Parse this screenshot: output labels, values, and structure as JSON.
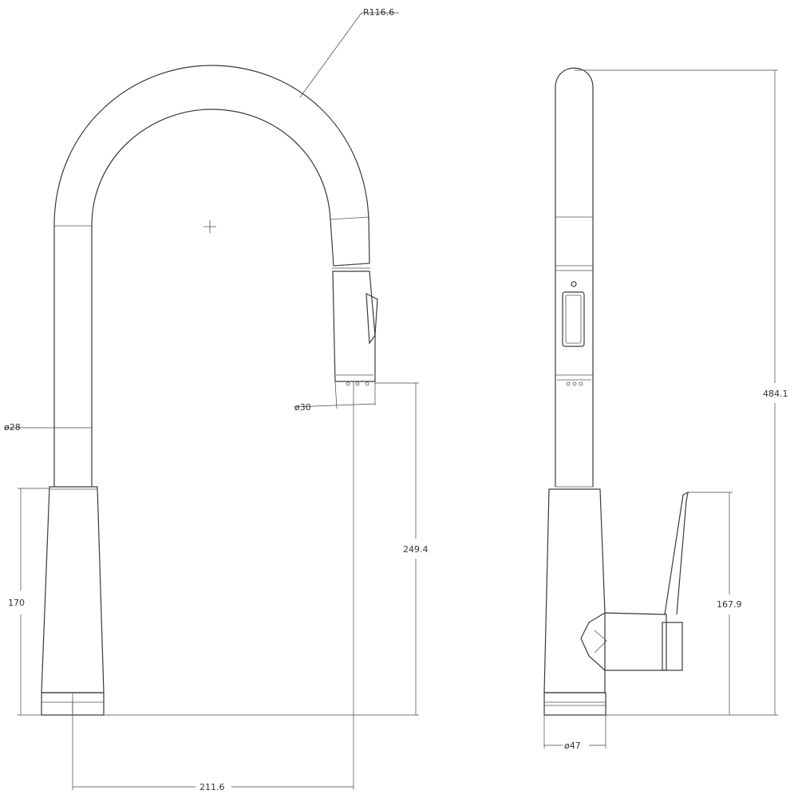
{
  "front_view": {
    "dimensions": {
      "radius": "R116.6",
      "outlet_diameter": "ø30",
      "tube_diameter": "ø28",
      "body_height": "170",
      "outlet_height": "249.4",
      "reach": "211.6"
    }
  },
  "side_view": {
    "dimensions": {
      "total_height": "484.1",
      "lever_height": "167.9",
      "base_diameter": "ø47"
    }
  }
}
